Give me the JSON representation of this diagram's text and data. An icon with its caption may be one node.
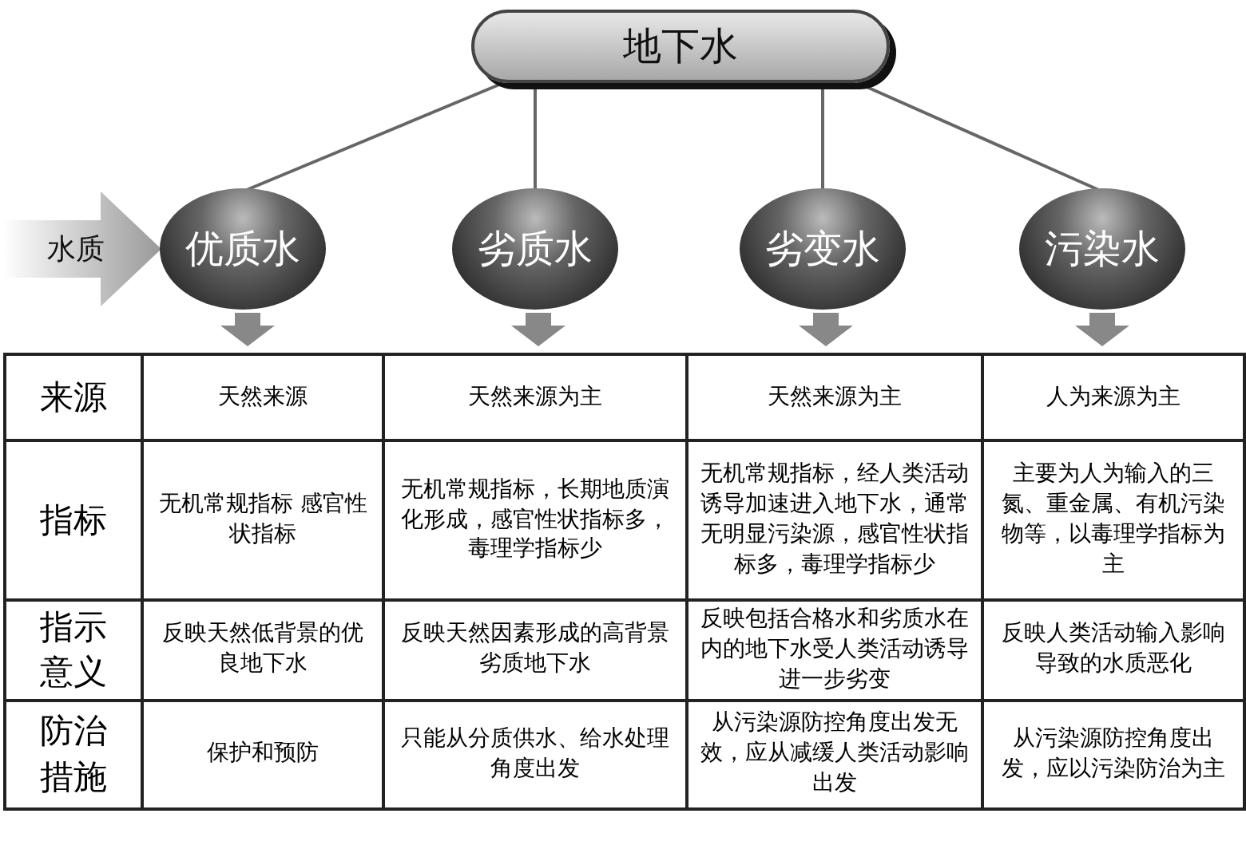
{
  "diagram": {
    "nodes": [
      {
        "text": [
          "地下水"
        ]
      },
      {
        "text": [
          "优质水"
        ]
      },
      {
        "text": [
          "劣质水"
        ]
      },
      {
        "text": [
          "劣变水"
        ]
      },
      {
        "text": [
          "污染水"
        ]
      },
      {
        "text": [
          "水质"
        ]
      }
    ],
    "edges": [
      {
        "from": 0,
        "to": 1,
        "arrow": "none"
      },
      {
        "from": 0,
        "to": 2,
        "arrow": "none"
      },
      {
        "from": 0,
        "to": 3,
        "arrow": "none"
      },
      {
        "from": 0,
        "to": 4,
        "arrow": "none"
      },
      {
        "from": 5,
        "to": 1,
        "arrow": "to"
      }
    ],
    "labels": [
      "来源",
      "天然来源",
      "天然来源为主",
      "天然来源为主",
      "人为来源为主",
      "指标",
      "无机常规指标 感官性状指标",
      "无机常规指标，长期地质演化形成，感官性状指标多，毒理学指标少",
      "无机常规指标，经人类活动诱导加速进入地下水，通常无明显污染源，感官性状指标多，毒理学指标少",
      "主要为人为输入的三氮、重金属、有机污染物等，以毒理学指标为主",
      "指示意义",
      "反映天然低背景的优良地下水",
      "反映天然因素形成的高背景劣质地下水",
      "反映包括合格水和劣质水在内的地下水受人类活动诱导进一步劣变",
      "反映人类活动输入影响导致的水质恶化",
      "防治措施",
      "保护和预防",
      "只能从分质供水、给水处理角度出发",
      "从污染源防控角度出发无效，应从减缓人类活动影响出发",
      "从污染源防控角度出发，应以污染防治为主"
    ]
  }
}
